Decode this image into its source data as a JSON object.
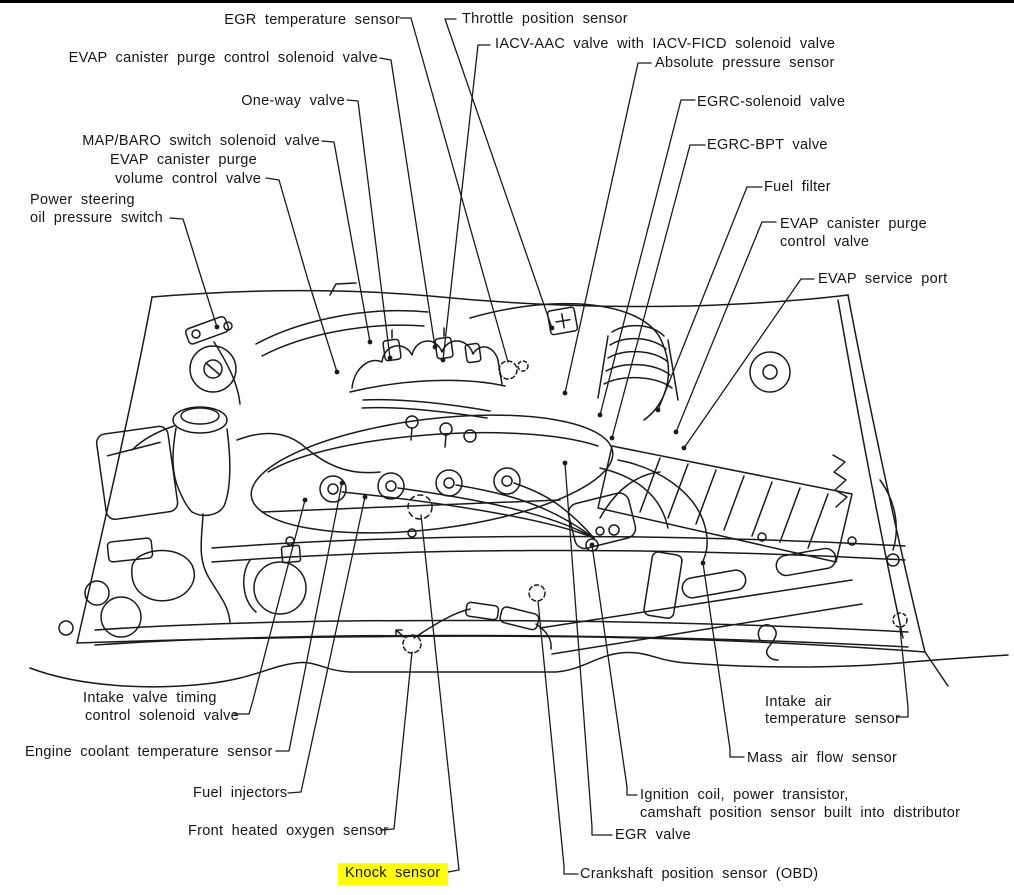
{
  "diagram": {
    "kind": "engine-compartment component location line drawing",
    "colors": {
      "ink": "#1a1a1a",
      "background": "#ffffff",
      "highlight": "#ffff00"
    },
    "highlighted_label": "Knock sensor"
  },
  "labels": {
    "egr_temperature_sensor": "EGR temperature sensor",
    "throttle_position_sensor": "Throttle position sensor",
    "iacv_aac_valve": "IACV-AAC valve with IACV-FICD solenoid valve",
    "evap_canister_purge_control_solenoid_valve": "EVAP canister purge control solenoid valve",
    "absolute_pressure_sensor": "Absolute pressure sensor",
    "one_way_valve": "One-way valve",
    "egrc_solenoid_valve": "EGRC-solenoid valve",
    "map_baro_switch_solenoid_valve": "MAP/BARO switch solenoid valve",
    "egrc_bpt_valve": "EGRC-BPT valve",
    "evap_canister_purge_volume_control_valve": {
      "l1": "EVAP canister purge",
      "l2": "volume control valve"
    },
    "fuel_filter": "Fuel filter",
    "power_steering_oil_pressure_switch": {
      "l1": "Power steering",
      "l2": "oil pressure switch"
    },
    "evap_canister_purge_control_valve": {
      "l1": "EVAP canister purge",
      "l2": "control valve"
    },
    "evap_service_port": "EVAP service port",
    "intake_valve_timing_control_solenoid_valve": {
      "l1": "Intake valve timing",
      "l2": "control solenoid valve"
    },
    "engine_coolant_temperature_sensor": "Engine coolant temperature sensor",
    "fuel_injectors": "Fuel injectors",
    "front_heated_oxygen_sensor": "Front heated oxygen sensor",
    "knock_sensor": "Knock sensor",
    "crankshaft_position_sensor_obd": "Crankshaft position sensor (OBD)",
    "egr_valve": "EGR valve",
    "ignition_coil_distributor": {
      "l1": "Ignition coil, power transistor,",
      "l2": "camshaft position sensor built into distributor"
    },
    "mass_air_flow_sensor": "Mass air flow sensor",
    "intake_air_temperature_sensor": {
      "l1": "Intake air",
      "l2": "temperature sensor"
    }
  }
}
